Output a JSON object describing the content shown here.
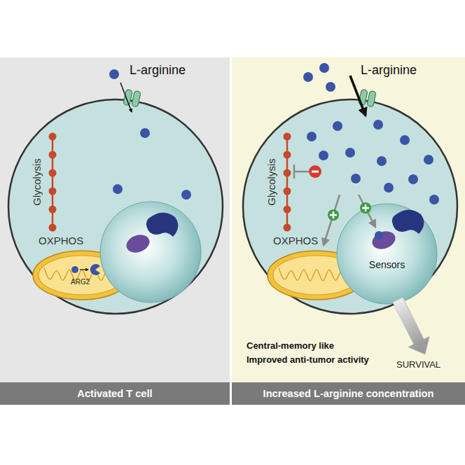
{
  "diagram": {
    "nodes": [
      {
        "text": [
          "Activated T cell"
        ]
      },
      {
        "text": [
          "Glycolysis"
        ],
        "in": 0
      },
      {
        "text": [
          "OXPHOS",
          "ARG2"
        ],
        "in": 1
      },
      {
        "text": [
          "Increased L-arginine concentration"
        ]
      },
      {
        "text": [
          "Glycolysis"
        ],
        "in": 3
      },
      {
        "text": [
          "OXPHOS"
        ],
        "in": 4
      },
      {
        "text": [
          "Sensors"
        ],
        "in": 4
      }
    ],
    "labels": [
      "L-arginine",
      "L-arginine",
      "Central-memory like",
      "Improved anti-tumor activity",
      "SURVIVAL"
    ]
  }
}
